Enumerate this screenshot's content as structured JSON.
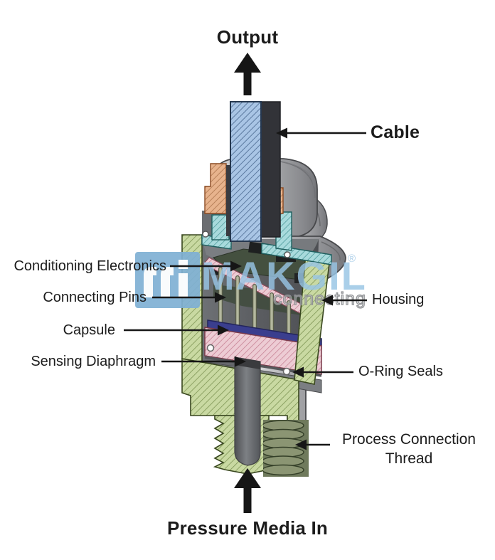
{
  "diagram": {
    "top_flow_label": "Output",
    "bottom_flow_label": "Pressure Media In",
    "part_labels": {
      "cable": "Cable",
      "conditioning_electronics": "Conditioning Electronics",
      "connecting_pins": "Connecting Pins",
      "capsule": "Capsule",
      "sensing_diaphragm": "Sensing Diaphragm",
      "housing": "Housing",
      "o_ring_seals": "O-Ring Seals",
      "process_connection_thread": "Process Connection Thread"
    },
    "watermark": {
      "brand": "MAKGIL",
      "registered_mark": "®",
      "tagline": "connecting"
    },
    "colors": {
      "label_text": "#1c1c1c",
      "arrow": "#161616",
      "cable_sheath_blue": "#a9c5e5",
      "cable_jacket_dark": "#323338",
      "gland_orange": "#e7b38d",
      "housing_top_teal": "#a8dadc",
      "body_green": "#c9d9a2",
      "capsule_pink": "#edccd4",
      "capsule_header_blue": "#3a3e8e",
      "metal_gray": "#a8a9ac",
      "watermark_blue": "#9cc4e2"
    }
  }
}
